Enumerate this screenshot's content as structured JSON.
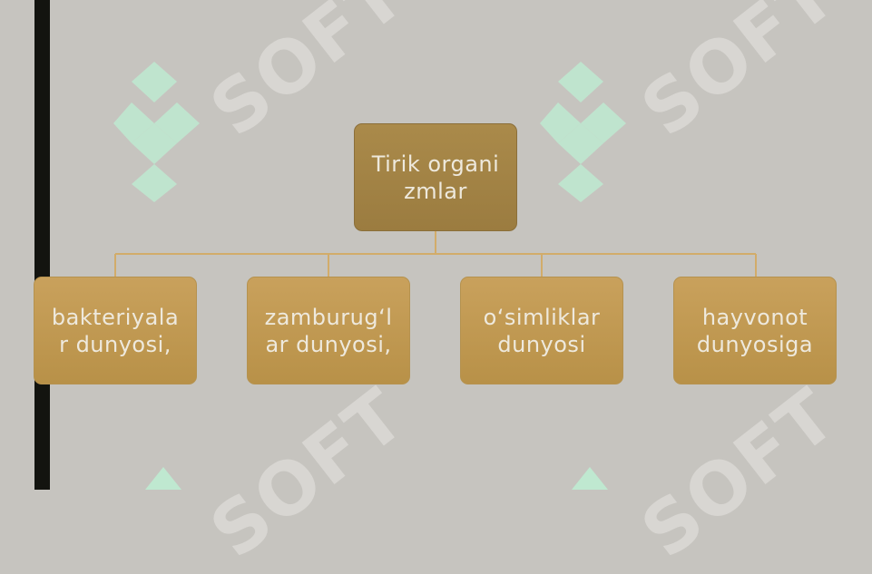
{
  "diagram": {
    "root": {
      "label": "Tirik organizmlar"
    },
    "children": [
      {
        "label": "bakteriyalar dunyosi,"
      },
      {
        "label": "zamburug‘lar dunyosi,"
      },
      {
        "label": "o‘simliklar dunyosi"
      },
      {
        "label": "hayvonot dunyosiga"
      }
    ]
  },
  "watermark": {
    "text": "SOFT"
  },
  "colors": {
    "background": "#c6c4bf",
    "left_bar": "#13140f",
    "root_fill": "#a68646",
    "child_fill": "#c29b55",
    "connector": "#d2ac6a",
    "text": "#eee9dd",
    "watermark_logo": "#bfe8d0"
  }
}
